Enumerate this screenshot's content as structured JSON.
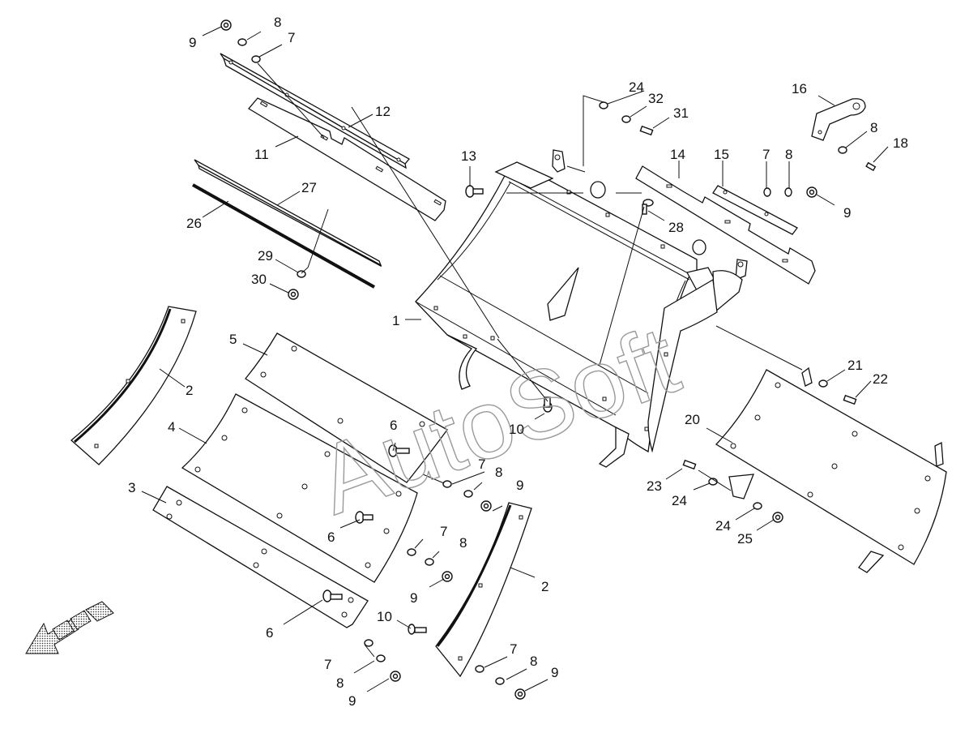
{
  "watermark": "AutoSoft",
  "callouts": [
    {
      "id": "c1",
      "text": "9"
    },
    {
      "id": "c2",
      "text": "8"
    },
    {
      "id": "c3",
      "text": "7"
    },
    {
      "id": "c4",
      "text": "12"
    },
    {
      "id": "c5",
      "text": "11"
    },
    {
      "id": "c6",
      "text": "27"
    },
    {
      "id": "c7",
      "text": "26"
    },
    {
      "id": "c8",
      "text": "29"
    },
    {
      "id": "c9",
      "text": "30"
    },
    {
      "id": "c10",
      "text": "1"
    },
    {
      "id": "c11",
      "text": "2"
    },
    {
      "id": "c12",
      "text": "5"
    },
    {
      "id": "c13",
      "text": "4"
    },
    {
      "id": "c14",
      "text": "6"
    },
    {
      "id": "c15",
      "text": "3"
    },
    {
      "id": "c16",
      "text": "6"
    },
    {
      "id": "c17",
      "text": "6"
    },
    {
      "id": "c18",
      "text": "7"
    },
    {
      "id": "c19",
      "text": "8"
    },
    {
      "id": "c20",
      "text": "9"
    },
    {
      "id": "c21",
      "text": "7"
    },
    {
      "id": "c22",
      "text": "8"
    },
    {
      "id": "c23",
      "text": "9"
    },
    {
      "id": "c24",
      "text": "7"
    },
    {
      "id": "c25",
      "text": "8"
    },
    {
      "id": "c26",
      "text": "9"
    },
    {
      "id": "c27",
      "text": "10"
    },
    {
      "id": "c28",
      "text": "10"
    },
    {
      "id": "c29",
      "text": "2"
    },
    {
      "id": "c30",
      "text": "7"
    },
    {
      "id": "c31",
      "text": "8"
    },
    {
      "id": "c32",
      "text": "9"
    },
    {
      "id": "c33",
      "text": "13"
    },
    {
      "id": "c34",
      "text": "24"
    },
    {
      "id": "c35",
      "text": "32"
    },
    {
      "id": "c36",
      "text": "31"
    },
    {
      "id": "c37",
      "text": "14"
    },
    {
      "id": "c38",
      "text": "15"
    },
    {
      "id": "c39",
      "text": "7"
    },
    {
      "id": "c40",
      "text": "8"
    },
    {
      "id": "c41",
      "text": "9"
    },
    {
      "id": "c42",
      "text": "28"
    },
    {
      "id": "c43",
      "text": "16"
    },
    {
      "id": "c44",
      "text": "8"
    },
    {
      "id": "c45",
      "text": "18"
    },
    {
      "id": "c46",
      "text": "21"
    },
    {
      "id": "c47",
      "text": "22"
    },
    {
      "id": "c48",
      "text": "20"
    },
    {
      "id": "c49",
      "text": "23"
    },
    {
      "id": "c50",
      "text": "24"
    },
    {
      "id": "c51",
      "text": "24"
    },
    {
      "id": "c52",
      "text": "25"
    }
  ]
}
